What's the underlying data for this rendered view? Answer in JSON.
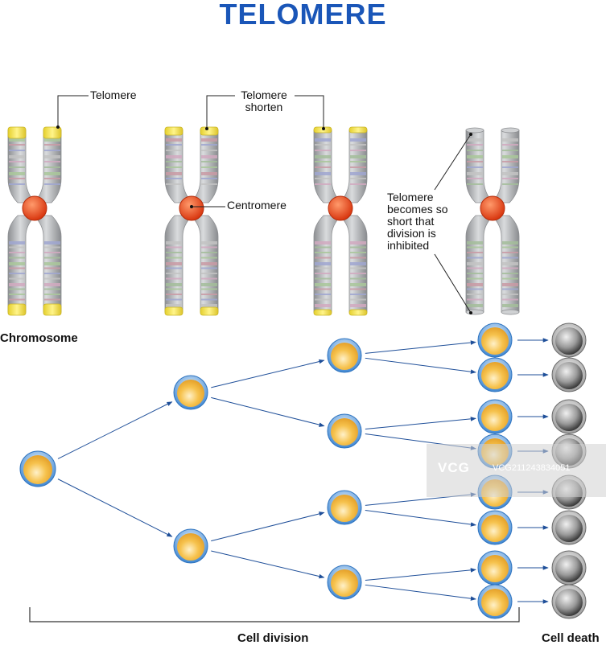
{
  "title": "TELOMERE",
  "colors": {
    "title": "#1a56b8",
    "arrow": "#1f4f99",
    "telomere": "#f2e24a",
    "centromere": "#e8441c",
    "chromatid": "#b9bbbd",
    "cell_fill": "#f4b63a",
    "cell_ring": "#4f98e0",
    "dead_cell": "#7a7a7a"
  },
  "labels": {
    "telomere": "Telomere",
    "telomere_shorten_1": "Telomere",
    "telomere_shorten_2": "shorten",
    "centromere": "Centromere",
    "inhibited_1": "Telomere",
    "inhibited_2": "becomes so",
    "inhibited_3": "short that",
    "inhibited_4": "division is",
    "inhibited_5": "inhibited",
    "chromosome": "Chromosome",
    "cell_division": "Cell division",
    "cell_death": "Cell death"
  },
  "watermark": {
    "logo": "VCG",
    "id": "VCG211243834051"
  },
  "icons": {
    "chromosome": "chromosome-icon",
    "cell": "cell-icon",
    "dead_cell": "dead-cell-icon"
  }
}
